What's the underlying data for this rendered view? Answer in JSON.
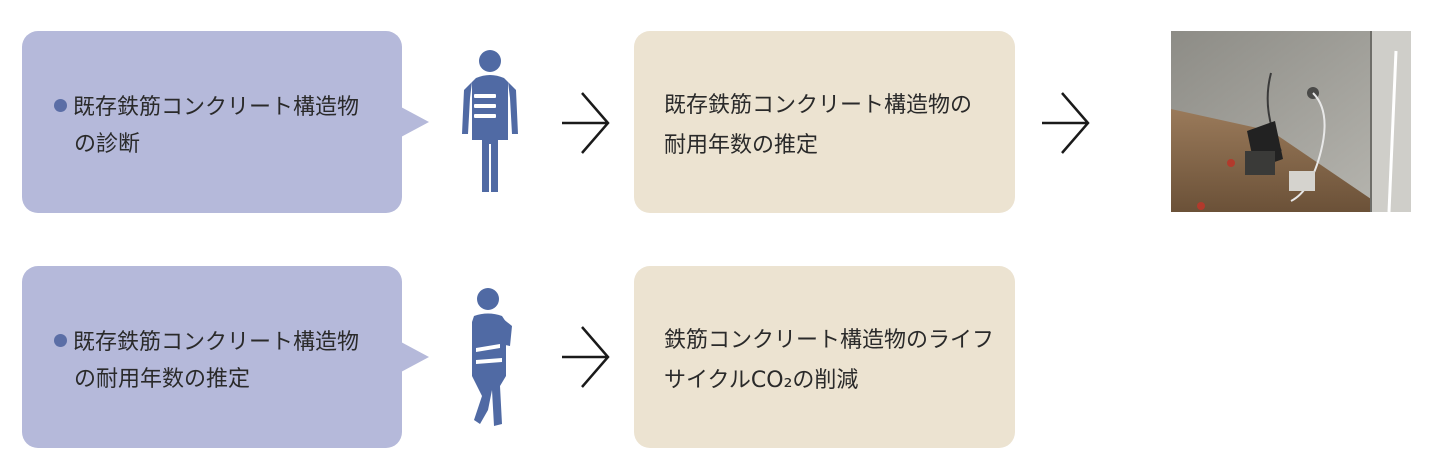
{
  "rows": [
    {
      "left_box": {
        "line1": "既存鉄筋コンクリート構造物",
        "line2": "の診断"
      },
      "right_box": {
        "line1": "既存鉄筋コンクリート構造物の",
        "line2": "耐用年数の推定"
      }
    },
    {
      "left_box": {
        "line1": "既存鉄筋コンクリート構造物",
        "line2": "の耐用年数の推定"
      },
      "right_box": {
        "line1": "鉄筋コンクリート構造物のライフ",
        "line2": "サイクルCO₂の削減"
      }
    }
  ],
  "colors": {
    "bubble": "#b5b9da",
    "bullet": "#5b6ea6",
    "person": "#506aa4",
    "result_box": "#ece3d1",
    "arrow": "#1a1a1a"
  },
  "icons": [
    "person-standing-icon",
    "person-thinking-icon",
    "arrow-right-icon"
  ]
}
